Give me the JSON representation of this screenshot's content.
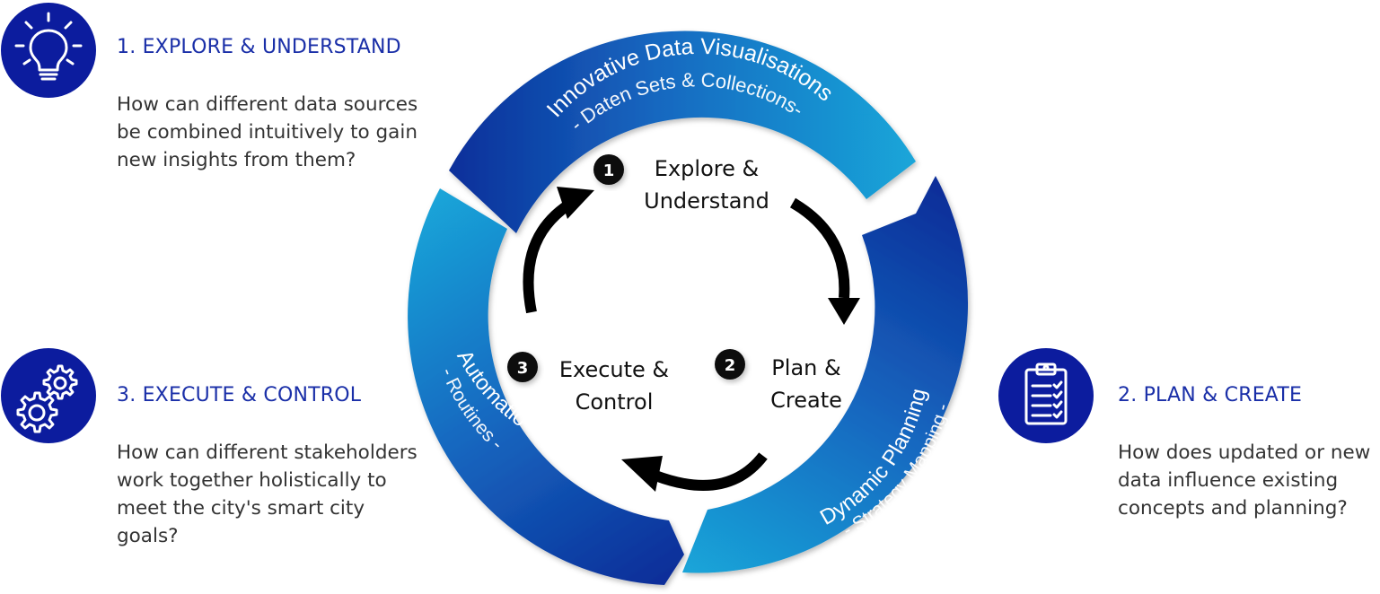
{
  "sections": {
    "explore": {
      "title": "1. EXPLORE & UNDERSTAND",
      "text": "How can different data sources\nbe combined intuitively to gain\nnew insights from them?",
      "icon": "lightbulb-icon"
    },
    "execute": {
      "title": "3. EXECUTE & CONTROL",
      "text": "How can different stakeholders\nwork together holistically to\nmeet the city's smart city\ngoals?",
      "icon": "gears-icon"
    },
    "plan": {
      "title": "2. PLAN & CREATE",
      "text": "How does updated or new\ndata influence existing\nconcepts and planning?",
      "icon": "clipboard-checklist-icon"
    }
  },
  "ring": {
    "top_line1": "Innovative Data Visualisations",
    "top_line2": "- Daten Sets & Collections-",
    "right_line1": "Dynamic Planning",
    "right_line2": "- Strategy Mapping -",
    "left_line1": "Automation",
    "left_line2": "- Routines -"
  },
  "steps": {
    "s1": {
      "num": "1",
      "line1": "Explore &",
      "line2": "Understand"
    },
    "s2": {
      "num": "2",
      "line1": "Plan &",
      "line2": "Create"
    },
    "s3": {
      "num": "3",
      "line1": "Execute &",
      "line2": "Control"
    }
  },
  "colors": {
    "icon_bg": "#0c1c9e",
    "title": "#1a2fa8",
    "ring_dark": "#0b2f9a",
    "ring_light": "#1aa6d9"
  }
}
